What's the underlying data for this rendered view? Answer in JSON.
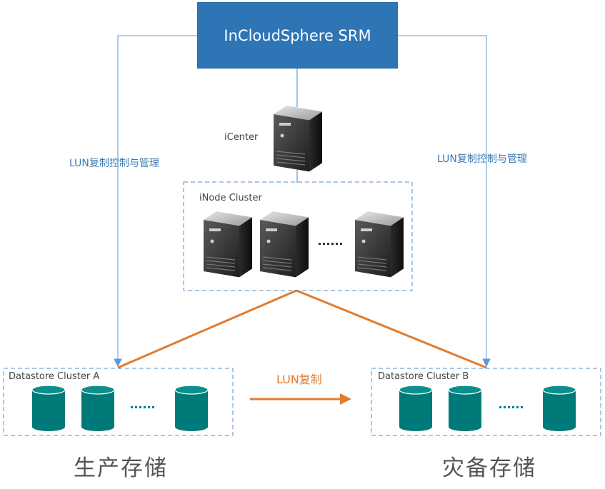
{
  "srm": {
    "title": "InCloudSphere SRM"
  },
  "icenter": {
    "label": "iCenter"
  },
  "inode_cluster": {
    "label": "iNode Cluster",
    "ellipsis": "......"
  },
  "left_link": {
    "label": "LUN复制控制与管理"
  },
  "right_link": {
    "label": "LUN复制控制与管理"
  },
  "cluster_a": {
    "label": "Datastore Cluster A",
    "ellipsis": "......"
  },
  "cluster_b": {
    "label": "Datastore Cluster B",
    "ellipsis": "......"
  },
  "replication": {
    "label": "LUN复制"
  },
  "production": {
    "label": "生产存储"
  },
  "backup": {
    "label": "灾备存储"
  },
  "colors": {
    "accent": "#2e75b6",
    "orange": "#e07b30",
    "teal": "#008080",
    "line_blue": "#5b9bd5"
  }
}
